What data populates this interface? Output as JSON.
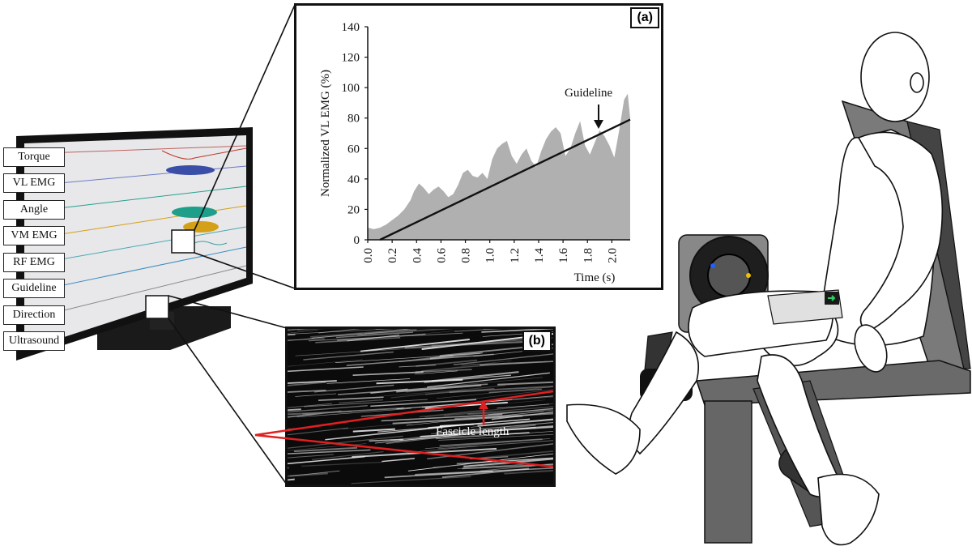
{
  "channels": [
    "Torque",
    "VL EMG",
    "Angle",
    "VM EMG",
    "RF EMG",
    "Guideline",
    "Direction",
    "Ultrasound"
  ],
  "panel_a": {
    "tag": "(a)",
    "guideline_annotation": "Guideline",
    "chart_data": {
      "type": "area",
      "xlabel": "Time (s)",
      "ylabel": "Normalized VL EMG (%)",
      "xlim": [
        0,
        2.15
      ],
      "ylim": [
        0,
        140
      ],
      "x_ticks": [
        "0.0",
        "0.2",
        "0.4",
        "0.6",
        "0.8",
        "1.0",
        "1.2",
        "1.4",
        "1.6",
        "1.8",
        "2.0"
      ],
      "y_ticks": [
        "0",
        "20",
        "40",
        "60",
        "80",
        "100",
        "120",
        "140"
      ],
      "grid": false,
      "series": [
        {
          "kind": "area",
          "color": "#b0b0b0",
          "x": [
            0.0,
            0.05,
            0.1,
            0.15,
            0.2,
            0.25,
            0.3,
            0.35,
            0.38,
            0.42,
            0.46,
            0.5,
            0.54,
            0.58,
            0.62,
            0.66,
            0.7,
            0.74,
            0.78,
            0.82,
            0.86,
            0.9,
            0.94,
            0.98,
            1.02,
            1.06,
            1.1,
            1.14,
            1.18,
            1.22,
            1.26,
            1.3,
            1.34,
            1.38,
            1.42,
            1.46,
            1.5,
            1.54,
            1.58,
            1.62,
            1.66,
            1.7,
            1.74,
            1.78,
            1.82,
            1.86,
            1.9,
            1.94,
            1.98,
            2.02,
            2.06,
            2.1,
            2.13,
            2.15
          ],
          "y": [
            8,
            7,
            8,
            10,
            13,
            16,
            20,
            26,
            32,
            37,
            34,
            30,
            33,
            35,
            32,
            28,
            30,
            36,
            44,
            46,
            42,
            41,
            44,
            40,
            53,
            60,
            63,
            65,
            55,
            50,
            56,
            60,
            52,
            48,
            58,
            66,
            71,
            74,
            70,
            55,
            60,
            70,
            78,
            62,
            56,
            64,
            72,
            68,
            62,
            54,
            72,
            92,
            96,
            80
          ]
        },
        {
          "kind": "line",
          "color": "#111111",
          "x": [
            0.1,
            2.15
          ],
          "y": [
            0,
            79
          ]
        }
      ]
    }
  },
  "panel_b": {
    "tag": "(b)",
    "fascicle_label": "Fascicle length"
  },
  "colors": {
    "emg_blue": "#3a4ea8",
    "emg_teal": "#1f9e8a",
    "emg_gold": "#d4a017",
    "torque_red": "#c0392b",
    "fascicle_red": "#e02020",
    "area_gray": "#b0b0b0",
    "dynamometer_dark": "#555555"
  }
}
